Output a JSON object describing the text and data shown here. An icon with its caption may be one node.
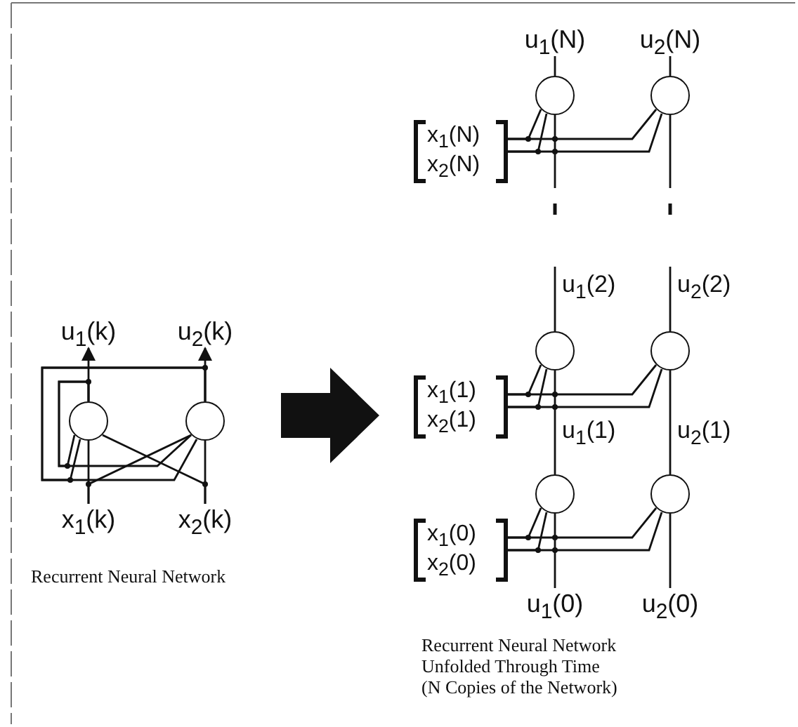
{
  "diagram": {
    "nodes": [
      {
        "text": [
          "u$_{1}$(k)"
        ]
      },
      {
        "text": [
          "u$_{2}$(k)"
        ]
      },
      {
        "text": [],
        "shape": "circle"
      },
      {
        "text": [],
        "shape": "circle"
      },
      {
        "text": [
          "x$_{1}$(k)"
        ]
      },
      {
        "text": [
          "x$_{2}$(k)"
        ]
      },
      {
        "text": [
          "u$_{1}$(N)"
        ]
      },
      {
        "text": [
          "u$_{2}$(N)"
        ]
      },
      {
        "text": [],
        "shape": "circle"
      },
      {
        "text": [],
        "shape": "circle"
      },
      {
        "text": [
          "x$_{1}$(N)",
          "x$_{2}$(N)"
        ]
      },
      {
        "text": [],
        "shape": "circle"
      },
      {
        "text": [],
        "shape": "circle"
      },
      {
        "text": [
          "x$_{1}$(1)",
          "x$_{2}$(1)"
        ]
      },
      {
        "text": [],
        "shape": "circle"
      },
      {
        "text": [],
        "shape": "circle"
      },
      {
        "text": [
          "x$_{1}$(0)",
          "x$_{2}$(0)"
        ]
      },
      {
        "text": [
          "u$_{1}$(0)"
        ]
      },
      {
        "text": [
          "u$_{2}$(0)"
        ]
      }
    ],
    "edges": [
      {
        "from": 2,
        "to": 0,
        "arrow": "to"
      },
      {
        "from": 3,
        "to": 1,
        "arrow": "to"
      },
      {
        "from": 4,
        "to": 2,
        "arrow": "none"
      },
      {
        "from": 5,
        "to": 3,
        "arrow": "none"
      },
      {
        "from": 4,
        "to": 3,
        "arrow": "none"
      },
      {
        "from": 5,
        "to": 2,
        "arrow": "none"
      },
      {
        "from": 2,
        "to": 2,
        "arrow": "none"
      },
      {
        "from": 2,
        "to": 3,
        "arrow": "none"
      },
      {
        "from": 3,
        "to": 2,
        "arrow": "none"
      },
      {
        "from": 3,
        "to": 3,
        "arrow": "none"
      },
      {
        "from": 8,
        "to": 6,
        "arrow": "none"
      },
      {
        "from": 9,
        "to": 7,
        "arrow": "none"
      },
      {
        "from": 10,
        "to": 8,
        "arrow": "none"
      },
      {
        "from": 10,
        "to": 9,
        "arrow": "none"
      },
      {
        "from": null,
        "to": 8,
        "arrow": "none"
      },
      {
        "from": null,
        "to": 9,
        "arrow": "none"
      },
      {
        "from": 11,
        "to": null,
        "arrow": "none",
        "label": "u$_{1}$(2)"
      },
      {
        "from": 12,
        "to": null,
        "arrow": "none",
        "label": "u$_{2}$(2)"
      },
      {
        "from": 13,
        "to": 11,
        "arrow": "none"
      },
      {
        "from": 13,
        "to": 12,
        "arrow": "none"
      },
      {
        "from": 14,
        "to": 11,
        "arrow": "none",
        "label": "u$_{1}$(1)"
      },
      {
        "from": 15,
        "to": 12,
        "arrow": "none",
        "label": "u$_{2}$(1)"
      },
      {
        "from": 16,
        "to": 14,
        "arrow": "none"
      },
      {
        "from": 16,
        "to": 15,
        "arrow": "none"
      },
      {
        "from": 17,
        "to": 14,
        "arrow": "none"
      },
      {
        "from": 18,
        "to": 15,
        "arrow": "none"
      }
    ],
    "labels": [
      "Recurrent Neural Network",
      "Recurrent Neural Network Unfolded Through Time (N Copies of the Network)"
    ]
  }
}
